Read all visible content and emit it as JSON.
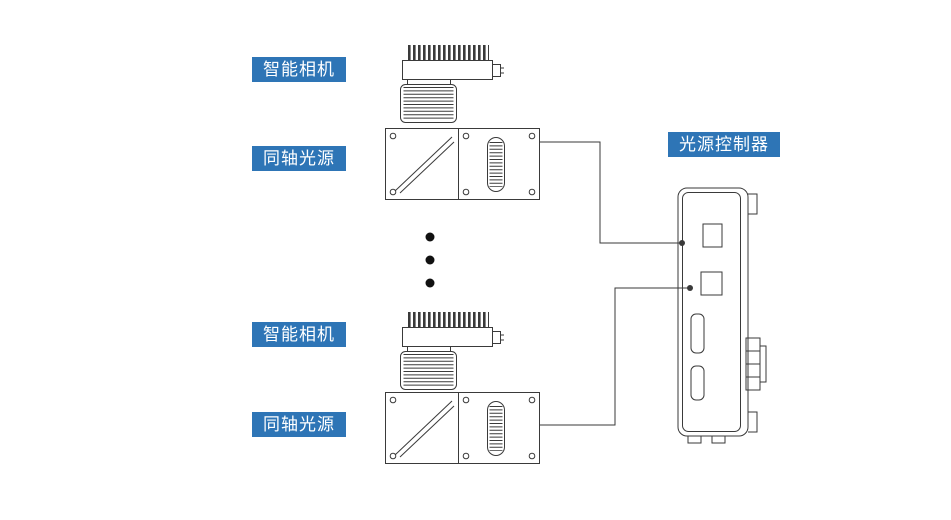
{
  "diagram": {
    "labels": {
      "smart_camera_top": "智能相机",
      "coaxial_light_top": "同轴光源",
      "smart_camera_bottom": "智能相机",
      "coaxial_light_bottom": "同轴光源",
      "light_controller": "光源控制器"
    },
    "colors": {
      "label_background": "#2e75b6",
      "label_text": "#ffffff",
      "drawing_stroke": "#3a3a3a",
      "dot_color": "#111111",
      "background": "#ffffff"
    }
  }
}
